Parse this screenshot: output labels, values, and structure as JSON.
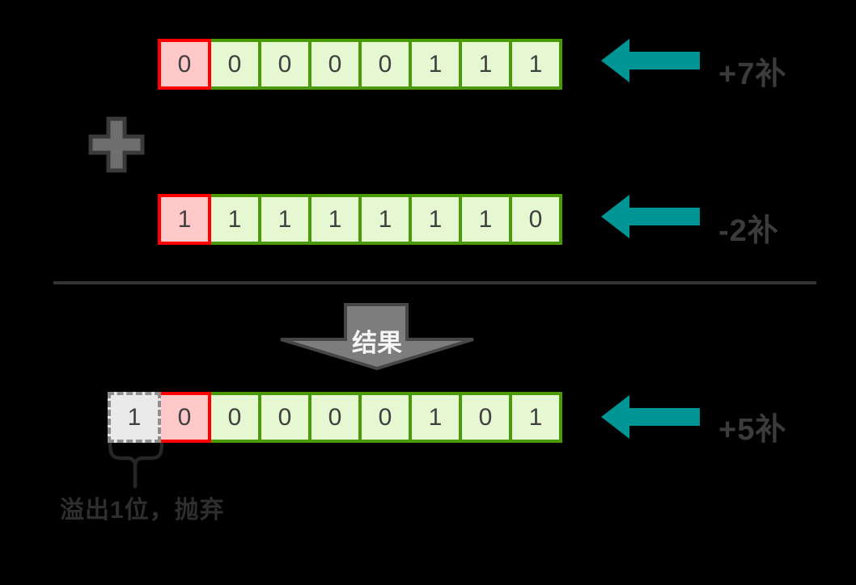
{
  "diagram": {
    "operator": "+",
    "operand_a": {
      "sign_bit": "0",
      "bits": [
        "0",
        "0",
        "0",
        "0",
        "1",
        "1",
        "1"
      ],
      "full_binary": "00000111",
      "label": "+7补"
    },
    "operand_b": {
      "sign_bit": "1",
      "bits": [
        "1",
        "1",
        "1",
        "1",
        "1",
        "1",
        "0"
      ],
      "full_binary": "11111110",
      "label": "-2补"
    },
    "result": {
      "overflow_bit": "1",
      "sign_bit": "0",
      "bits": [
        "0",
        "0",
        "0",
        "0",
        "1",
        "0",
        "1"
      ],
      "full_binary": "00000101",
      "label": "+5补"
    },
    "result_arrow_label": "结果",
    "overflow_note": "溢出1位，抛弃"
  },
  "colors": {
    "background": "#000000",
    "cell_green_border": "#4a9906",
    "cell_green_fill": "#e6f8d2",
    "sign_border": "#ff0000",
    "sign_fill": "#ffc9c9",
    "overflow_border": "#8f8f8f",
    "overflow_fill": "#eaeaea",
    "digit_color": "#3f3f3f",
    "label_color": "#3b3b3b",
    "arrow_teal": "#009595",
    "divider": "#333333",
    "plus_fill": "#6e6e6e",
    "plus_stroke": "#3a3a3a",
    "result_arrow_fill": "#7d7d7d",
    "result_arrow_stroke": "#464646",
    "result_arrow_text": "#f5f5f5",
    "brace_color": "#262626",
    "note_color": "#2e2e2e"
  }
}
